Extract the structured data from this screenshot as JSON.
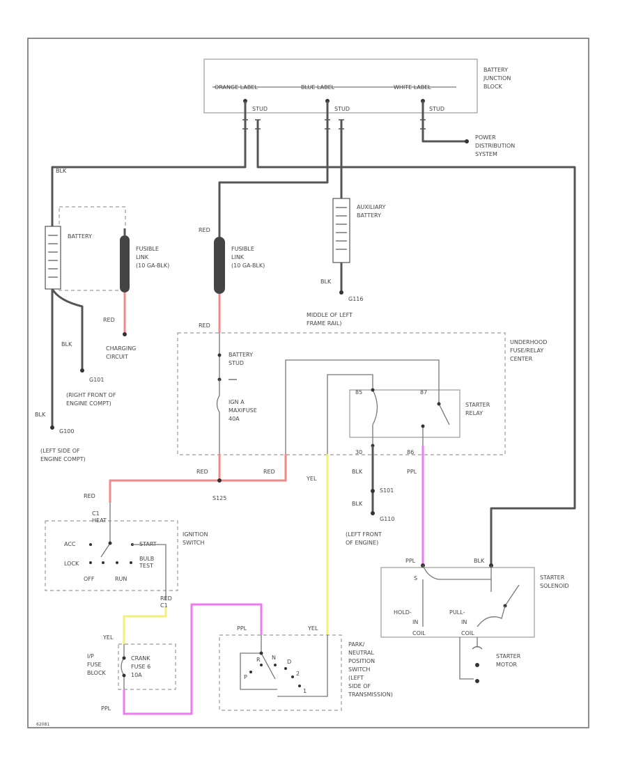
{
  "colors": {
    "red_wire": "#f08a8a",
    "yellow_wire": "#f2ef7a",
    "purple_wire": "#ef7aef",
    "dark_wire": "#555555"
  },
  "labels": {
    "battery_junction_block": [
      "BATTERY",
      "JUNCTION",
      "BLOCK"
    ],
    "orange_label": "ORANGE LABEL",
    "blue_label": "BLUE LABEL",
    "white_label": "WHITE LABEL",
    "stud_1": "STUD",
    "stud_2": "STUD",
    "stud_3": "STUD",
    "power_distribution": [
      "POWER",
      "DISTRIBUTION",
      "SYSTEM"
    ],
    "blk_top": "BLK",
    "battery": "BATTERY",
    "fusible_link_1": [
      "FUSIBLE",
      "LINK",
      "(10 GA-BLK)"
    ],
    "fusible_link_2": [
      "FUSIBLE",
      "LINK",
      "(10 GA-BLK)"
    ],
    "red_link": "RED",
    "auxiliary_battery": [
      "AUXILIARY",
      "BATTERY"
    ],
    "blk_aux": "BLK",
    "g116": "G116",
    "middle_frame": [
      "MIDDLE OF LEFT",
      "FRAME RAIL)"
    ],
    "red_1": "RED",
    "red_2": "RED",
    "underhood_fuse": [
      "UNDERHOOD",
      "FUSE/RELAY",
      "CENTER"
    ],
    "charging_circuit": [
      "CHARGING",
      "CIRCUIT"
    ],
    "blk_1": "BLK",
    "g101": "G101",
    "right_front": [
      "(RIGHT FRONT OF",
      "ENGINE COMPT)"
    ],
    "battery_stud": [
      "BATTERY",
      "STUD"
    ],
    "ign_a_maxifuse": [
      "IGN A",
      "MAXIFUSE",
      "40A"
    ],
    "starter_relay": [
      "STARTER",
      "RELAY"
    ],
    "relay_terms": [
      "85",
      "87",
      "30",
      "86"
    ],
    "blk_g100": "BLK",
    "g100": "G100",
    "left_side_engine": [
      "(LEFT SIDE OF",
      "ENGINE COMPT)"
    ],
    "red_3": "RED",
    "red_4": "RED",
    "s125": "S125",
    "yel_1": "YEL",
    "blk_2": "BLK",
    "s101": "S101",
    "blk_3": "BLK",
    "g110": "G110",
    "left_front_engine": [
      "(LEFT FRONT",
      "OF ENGINE)"
    ],
    "ppl_1": "PPL",
    "red_ign": "RED",
    "ign_text": [
      "C1",
      "HEAT"
    ],
    "ignition_switch": [
      "IGNITION",
      "SWITCH"
    ],
    "acc": "ACC",
    "start": "START",
    "lock": "LOCK",
    "bulb_test": [
      "BULB",
      "TEST"
    ],
    "off": "OFF",
    "run": "RUN",
    "red_c1": [
      "RED",
      "C1"
    ],
    "ppl_2": "PPL",
    "blk_4": "BLK",
    "starter_solenoid": [
      "STARTER",
      "SOLENOID"
    ],
    "s_term": "S",
    "hold_in": [
      "HOLD-",
      "IN",
      "COIL"
    ],
    "pull_in": [
      "PULL-",
      "IN",
      "COIL"
    ],
    "starter_motor": [
      "STARTER",
      "MOTOR"
    ],
    "yel_2": "YEL",
    "yel_3": "YEL",
    "ppl_3": "PPL",
    "ppl_4": "PPL",
    "ip_fuse_block": [
      "I/P",
      "FUSE",
      "BLOCK"
    ],
    "crank_fuse": [
      "CRANK",
      "FUSE 6",
      "10A"
    ],
    "park_neutral": [
      "PARK/",
      "NEUTRAL",
      "POSITION",
      "SWITCH",
      "(LEFT",
      "SIDE OF",
      "TRANSMISSION)"
    ],
    "pn_terms": [
      "P",
      "R",
      "N",
      "D",
      "2",
      "1"
    ],
    "footer": "62081"
  }
}
